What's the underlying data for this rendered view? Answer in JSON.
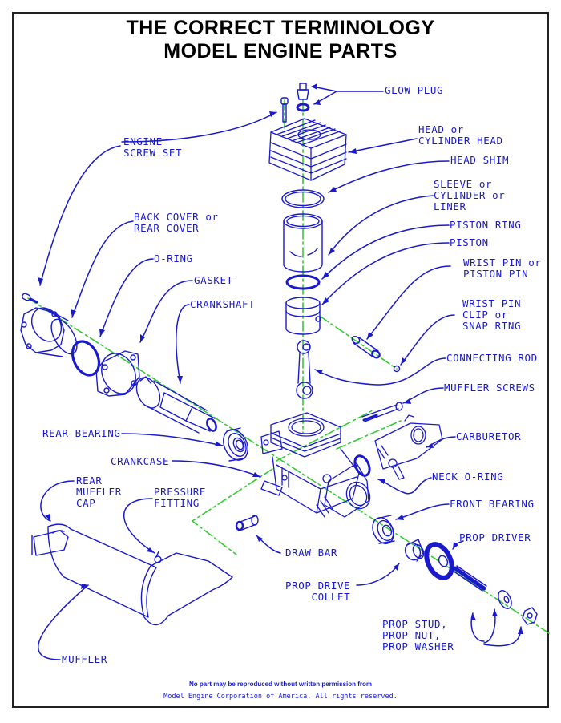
{
  "title": {
    "line1": "THE CORRECT TERMINOLOGY",
    "line2": "MODEL ENGINE PARTS"
  },
  "colors": {
    "drawing": "#1a1acc",
    "centerline": "#33cc33",
    "title": "#000000",
    "border": "#222222"
  },
  "labels": {
    "glow_plug": "GLOW PLUG",
    "head": "HEAD or\nCYLINDER HEAD",
    "head_shim": "HEAD SHIM",
    "sleeve": "SLEEVE or\nCYLINDER or\nLINER",
    "piston_ring": "PISTON RING",
    "piston": "PISTON",
    "wrist_pin": "WRIST PIN or\nPISTON PIN",
    "wrist_pin_clip": "WRIST PIN\nCLIP or\nSNAP RING",
    "connecting_rod": "CONNECTING ROD",
    "muffler_screws": "MUFFLER SCREWS",
    "carburetor": "CARBURETOR",
    "neck_o_ring": "NECK O-RING",
    "front_bearing": "FRONT BEARING",
    "prop_driver": "PROP DRIVER",
    "prop_drive_collet": "PROP DRIVE\n    COLLET",
    "prop_stud": "PROP STUD,\nPROP NUT,\nPROP WASHER",
    "engine_screw_set": "ENGINE\nSCREW SET",
    "back_cover": "BACK COVER or\nREAR COVER",
    "o_ring": "O-RING",
    "gasket": "GASKET",
    "crankshaft": "CRANKSHAFT",
    "rear_bearing": "REAR BEARING",
    "crankcase": "CRANKCASE",
    "rear_muffler_cap": "REAR\nMUFFLER\nCAP",
    "pressure_fitting": "PRESSURE\nFITTING",
    "draw_bar": "DRAW BAR",
    "muffler": "MUFFLER"
  },
  "footer": {
    "notice": "No part may be reproduced without written permission from",
    "copyright": "Model Engine Corporation of America, All rights reserved."
  }
}
